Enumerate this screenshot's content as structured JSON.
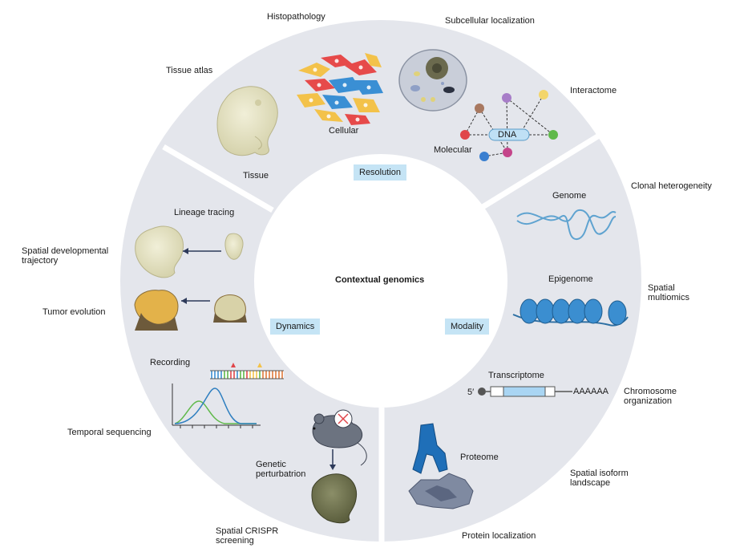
{
  "center": {
    "title": "Contextual genomics"
  },
  "sections": {
    "resolution": "Resolution",
    "modality": "Modality",
    "dynamics": "Dynamics"
  },
  "resolution_items": {
    "histopathology": "Histopathology",
    "subcellular_localization": "Subcellular localization",
    "tissue_atlas": "Tissue atlas",
    "interactome": "Interactome",
    "cellular": "Cellular",
    "molecular": "Molecular",
    "dna": "DNA",
    "tissue": "Tissue"
  },
  "modality_items": {
    "clonal_heterogeneity": "Clonal heterogeneity",
    "genome": "Genome",
    "epigenome": "Epigenome",
    "spatial_multiomics_1": "Spatial",
    "spatial_multiomics_2": "multiomics",
    "transcriptome": "Transcriptome",
    "five_prime": "5′",
    "poly_a": "AAAAAA",
    "chromosome_org_1": "Chromosome",
    "chromosome_org_2": "organization",
    "proteome": "Proteome",
    "spatial_isoform_1": "Spatial isoform",
    "spatial_isoform_2": "landscape",
    "protein_localization": "Protein localization"
  },
  "dynamics_items": {
    "lineage_tracing": "Lineage tracing",
    "spatial_dev_1": "Spatial developmental",
    "spatial_dev_2": "trajectory",
    "tumor_evolution": "Tumor evolution",
    "recording": "Recording",
    "temporal_sequencing": "Temporal sequencing",
    "genetic_perturbation_1": "Genetic",
    "genetic_perturbation_2": "perturbatrion",
    "spatial_crispr_1": "Spatial CRISPR",
    "spatial_crispr_2": "screening"
  },
  "colors": {
    "ring": "#e4e6ec",
    "tag": "#c5e4f5",
    "embryo": "#e7e4c7",
    "blue": "#2f7fc0",
    "mouse": "#6c7380"
  }
}
